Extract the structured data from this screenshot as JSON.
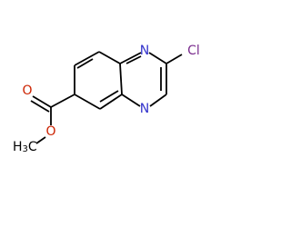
{
  "molecule": {
    "atoms": {
      "n1": "N",
      "n2": "N",
      "cl": "Cl",
      "o_carbonyl": "O",
      "o_ester": "O",
      "methyl_main": "H",
      "methyl_sub": "3",
      "methyl_c": "C"
    },
    "colors": {
      "bond": "#000000",
      "nitrogen": "#3333cc",
      "oxygen": "#cc2200",
      "chlorine": "#7b2d8e",
      "carbon": "#000000"
    }
  }
}
